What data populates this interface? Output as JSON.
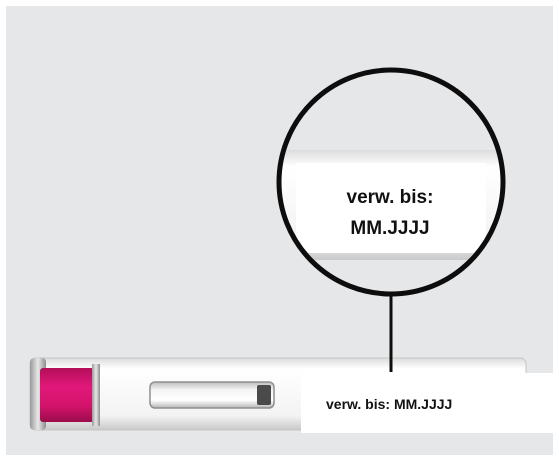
{
  "colors": {
    "background_panel": "#e6e7e9",
    "pen_body": "#f7f7f7",
    "pen_cap": "#d3136a",
    "magnifier_ring": "#0d0d0d",
    "text": "#111111"
  },
  "magnifier": {
    "line1": "verw. bis:",
    "line2": "MM.JJJJ"
  },
  "pen_label": {
    "text": "verw. bis: MM.JJJJ"
  }
}
